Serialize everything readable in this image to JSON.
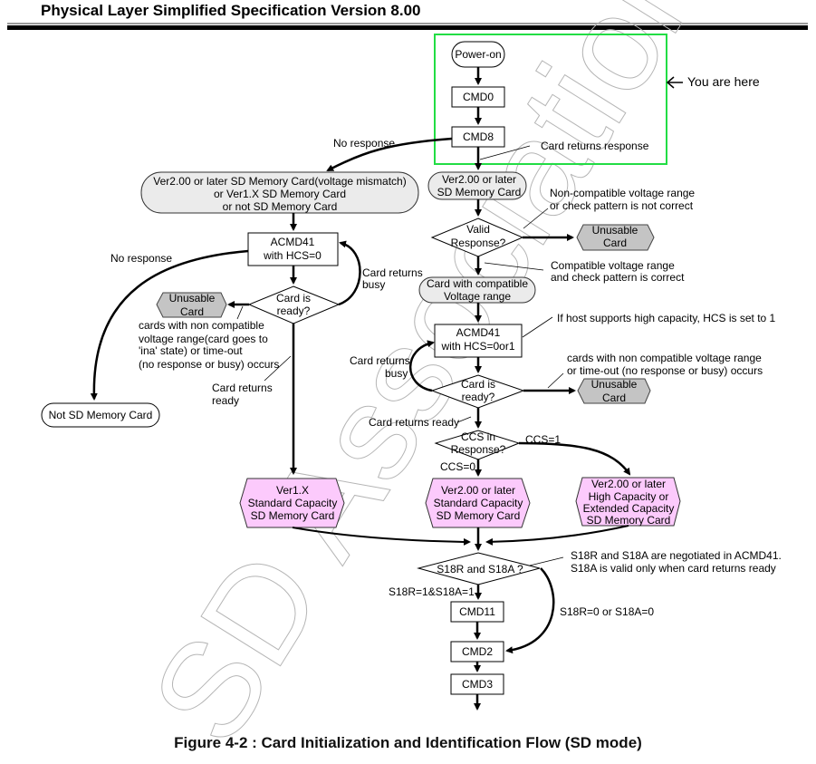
{
  "header": {
    "title": "Physical Layer Simplified Specification Version 8.00"
  },
  "caption": "Figure 4-2 : Card Initialization and Identification Flow (SD mode)",
  "watermark": "SD Association",
  "highlight": {
    "label": "You are here",
    "icon": "arrow-left-icon",
    "color": "#22dd44"
  },
  "colors": {
    "state_fill": "#ebebeb",
    "unusable_fill": "#c4c4c4",
    "card_type_fill": "#fccafc"
  },
  "nodes": {
    "power_on": "Power-on",
    "cmd0": "CMD0",
    "cmd8": "CMD8",
    "left_state": [
      "Ver2.00 or later SD Memory Card(voltage mismatch)",
      "or Ver1.X SD Memory Card",
      "or not SD Memory Card"
    ],
    "right_state": [
      "Ver2.00 or later",
      "SD Memory Card"
    ],
    "valid_response": [
      "Valid",
      "Response?"
    ],
    "unusable_1": [
      "Unusable",
      "Card"
    ],
    "compatible_state": [
      "Card with compatible",
      "Voltage range"
    ],
    "acmd41_left": [
      "ACMD41",
      "with HCS=0"
    ],
    "card_ready_left": [
      "Card is",
      "ready?"
    ],
    "unusable_left": [
      "Unusable",
      "Card"
    ],
    "not_sd": "Not SD Memory Card",
    "acmd41_right": [
      "ACMD41",
      "with HCS=0or1"
    ],
    "card_ready_right": [
      "Card is",
      "ready?"
    ],
    "unusable_2": [
      "Unusable",
      "Card"
    ],
    "ccs_response": [
      "CCS in",
      "Response?"
    ],
    "ver1x_sc": [
      "Ver1.X",
      "Standard Capacity",
      "SD Memory Card"
    ],
    "ver2_sc": [
      "Ver2.00 or later",
      "Standard Capacity",
      "SD Memory Card"
    ],
    "ver2_hc": [
      "Ver2.00 or later",
      "High Capacity or",
      "Extended Capacity",
      "SD Memory Card"
    ],
    "s18": "S18R and S18A ?",
    "cmd11": "CMD11",
    "cmd2": "CMD2",
    "cmd3": "CMD3"
  },
  "labels": {
    "no_response_top": "No response",
    "card_returns_response": "Card returns response",
    "non_compatible": [
      "Non-compatible voltage range",
      "or check pattern is not correct"
    ],
    "compatible": [
      "Compatible voltage range",
      "and check pattern is correct"
    ],
    "no_response_left": "No response",
    "busy_left": [
      "Card returns",
      "busy"
    ],
    "left_fail_note": [
      "cards with non compatible",
      "voltage range(card goes to",
      "'ina' state) or time-out",
      "(no response or busy) occurs"
    ],
    "ready_left": [
      "Card returns",
      "ready"
    ],
    "hcs_note": "If host supports high capacity, HCS is set to  1",
    "right_fail_note": [
      "cards with non compatible voltage range",
      "or time-out (no response or busy) occurs"
    ],
    "busy_right": [
      "Card returns",
      "busy"
    ],
    "ready_right": "Card returns ready",
    "ccs1": "CCS=1",
    "ccs0": "CCS=0",
    "s18_note": [
      "S18R and S18A are negotiated in ACMD41.",
      "S18A is valid only when card returns ready"
    ],
    "s18_yes": "S18R=1&S18A=1",
    "s18_no": "S18R=0 or S18A=0"
  }
}
